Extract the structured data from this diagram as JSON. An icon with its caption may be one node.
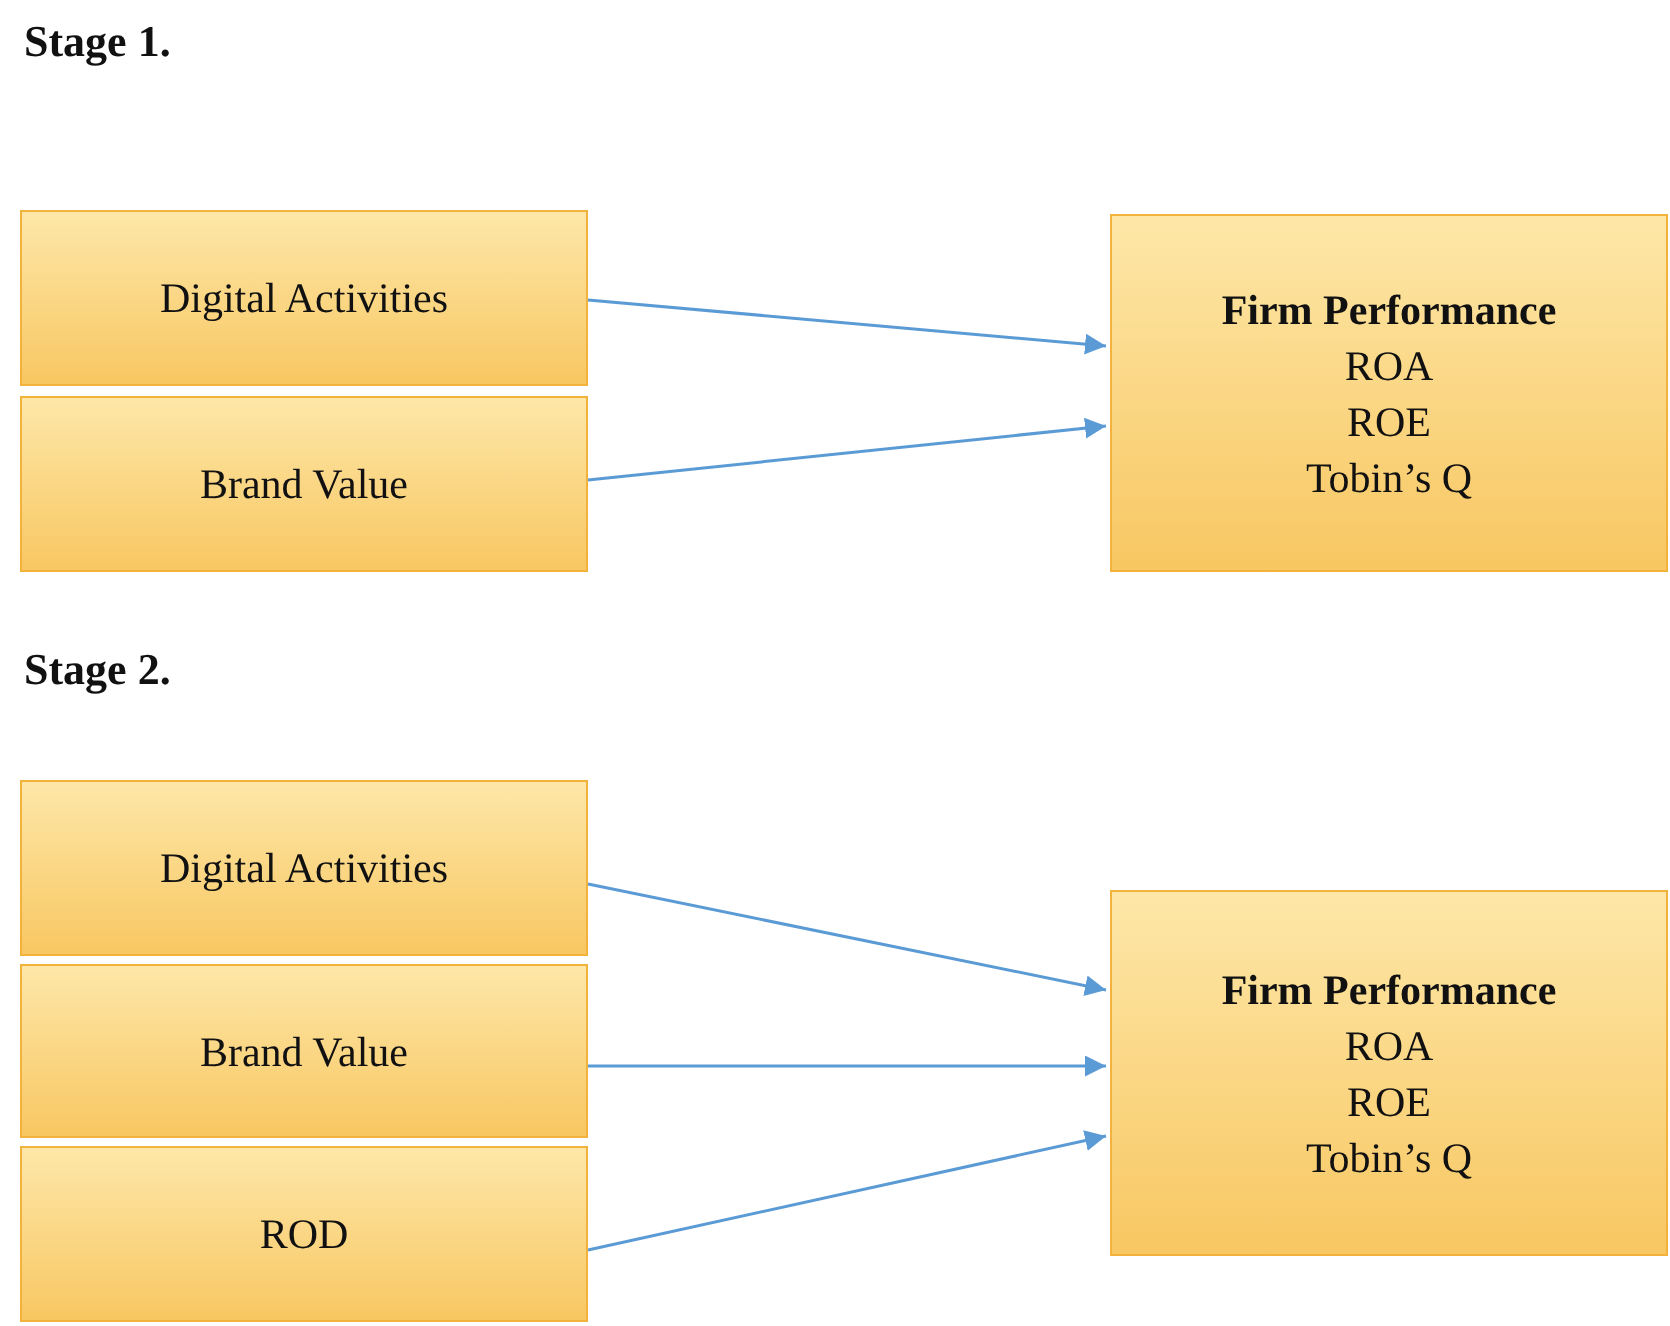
{
  "diagram": {
    "nodes": [
      {
        "text": [
          "Digital Activities"
        ]
      },
      {
        "text": [
          "Brand Value"
        ]
      },
      {
        "text": [
          "Firm Performance",
          "ROA",
          "ROE",
          "Tobin’s Q"
        ]
      },
      {
        "text": [
          "Digital Activities"
        ]
      },
      {
        "text": [
          "Brand Value"
        ]
      },
      {
        "text": [
          "ROD"
        ]
      },
      {
        "text": [
          "Firm Performance",
          "ROA",
          "ROE",
          "Tobin’s Q"
        ]
      }
    ],
    "edges": [
      {
        "from": 0,
        "to": 2,
        "arrow": "to"
      },
      {
        "from": 1,
        "to": 2,
        "arrow": "to"
      },
      {
        "from": 3,
        "to": 6,
        "arrow": "to"
      },
      {
        "from": 4,
        "to": 6,
        "arrow": "to"
      },
      {
        "from": 5,
        "to": 6,
        "arrow": "to"
      }
    ],
    "labels": [
      "Stage 1.",
      "Stage 2."
    ]
  }
}
